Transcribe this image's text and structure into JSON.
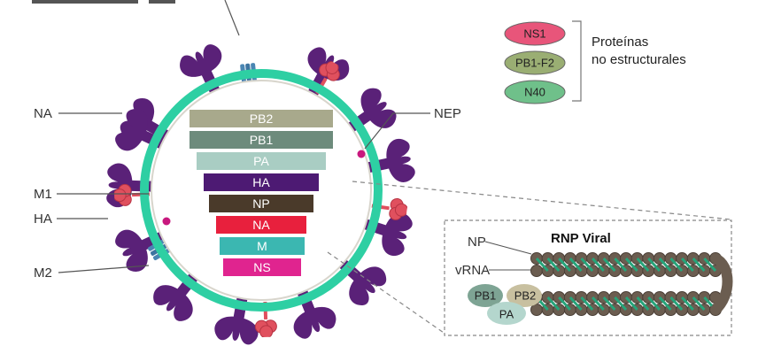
{
  "labels": {
    "na": "NA",
    "m1": "M1",
    "ha": "HA",
    "m2": "M2",
    "nep": "NEP"
  },
  "segments": [
    {
      "name": "PB2",
      "color": "#a8a98c"
    },
    {
      "name": "PB1",
      "color": "#6d8b7c"
    },
    {
      "name": "PA",
      "color": "#a9cdc3"
    },
    {
      "name": "HA",
      "color": "#4d1a73"
    },
    {
      "name": "NP",
      "color": "#4a3a2a"
    },
    {
      "name": "NA",
      "color": "#e8203d"
    },
    {
      "name": "M",
      "color": "#3bb7b1"
    },
    {
      "name": "NS",
      "color": "#e0248f"
    }
  ],
  "legend": {
    "items": [
      {
        "name": "NS1",
        "color": "#e8557a"
      },
      {
        "name": "PB1-F2",
        "color": "#9aae73"
      },
      {
        "name": "N40",
        "color": "#6fc08a"
      }
    ],
    "caption_line1": "Proteínas",
    "caption_line2": "no estructurales"
  },
  "rnp": {
    "title": "RNP Viral",
    "np_label": "NP",
    "vrna_label": "vRNA",
    "pb1": "PB1",
    "pb2": "PB2",
    "pa": "PA"
  },
  "colors": {
    "envelope": "#2ecfa3",
    "envelope_inner": "#b8b3a8",
    "spike": "#5a2178",
    "na_stalk": "#e0505e",
    "m2": "#4a86b3",
    "nep": "#c8187e"
  }
}
